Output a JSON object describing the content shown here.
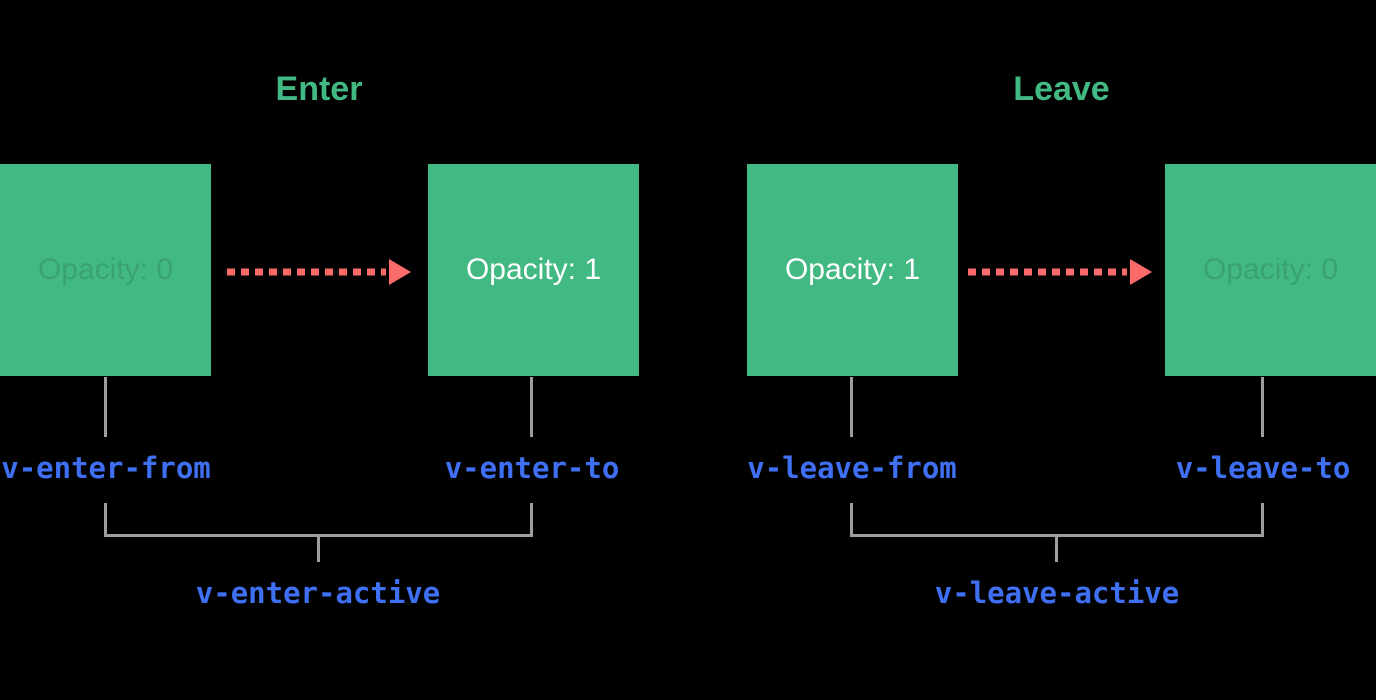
{
  "colors": {
    "bg": "#000000",
    "green": "#42b883",
    "red": "#fb6b6b",
    "blue": "#3f6ff2",
    "gray": "#9e9e9e",
    "white": "#ffffff",
    "faded-text": "rgba(0,0,0,0.12)"
  },
  "sections": [
    {
      "title": "Enter",
      "from_box": {
        "label": "Opacity: 0",
        "state": "faded"
      },
      "to_box": {
        "label": "Opacity: 1",
        "state": "solid"
      },
      "from_class": "v-enter-from",
      "to_class": "v-enter-to",
      "active_class": "v-enter-active",
      "arrow_icon": "dashed-arrow-right-icon"
    },
    {
      "title": "Leave",
      "from_box": {
        "label": "Opacity: 1",
        "state": "solid"
      },
      "to_box": {
        "label": "Opacity: 0",
        "state": "faded"
      },
      "from_class": "v-leave-from",
      "to_class": "v-leave-to",
      "active_class": "v-leave-active",
      "arrow_icon": "dashed-arrow-right-icon"
    }
  ]
}
